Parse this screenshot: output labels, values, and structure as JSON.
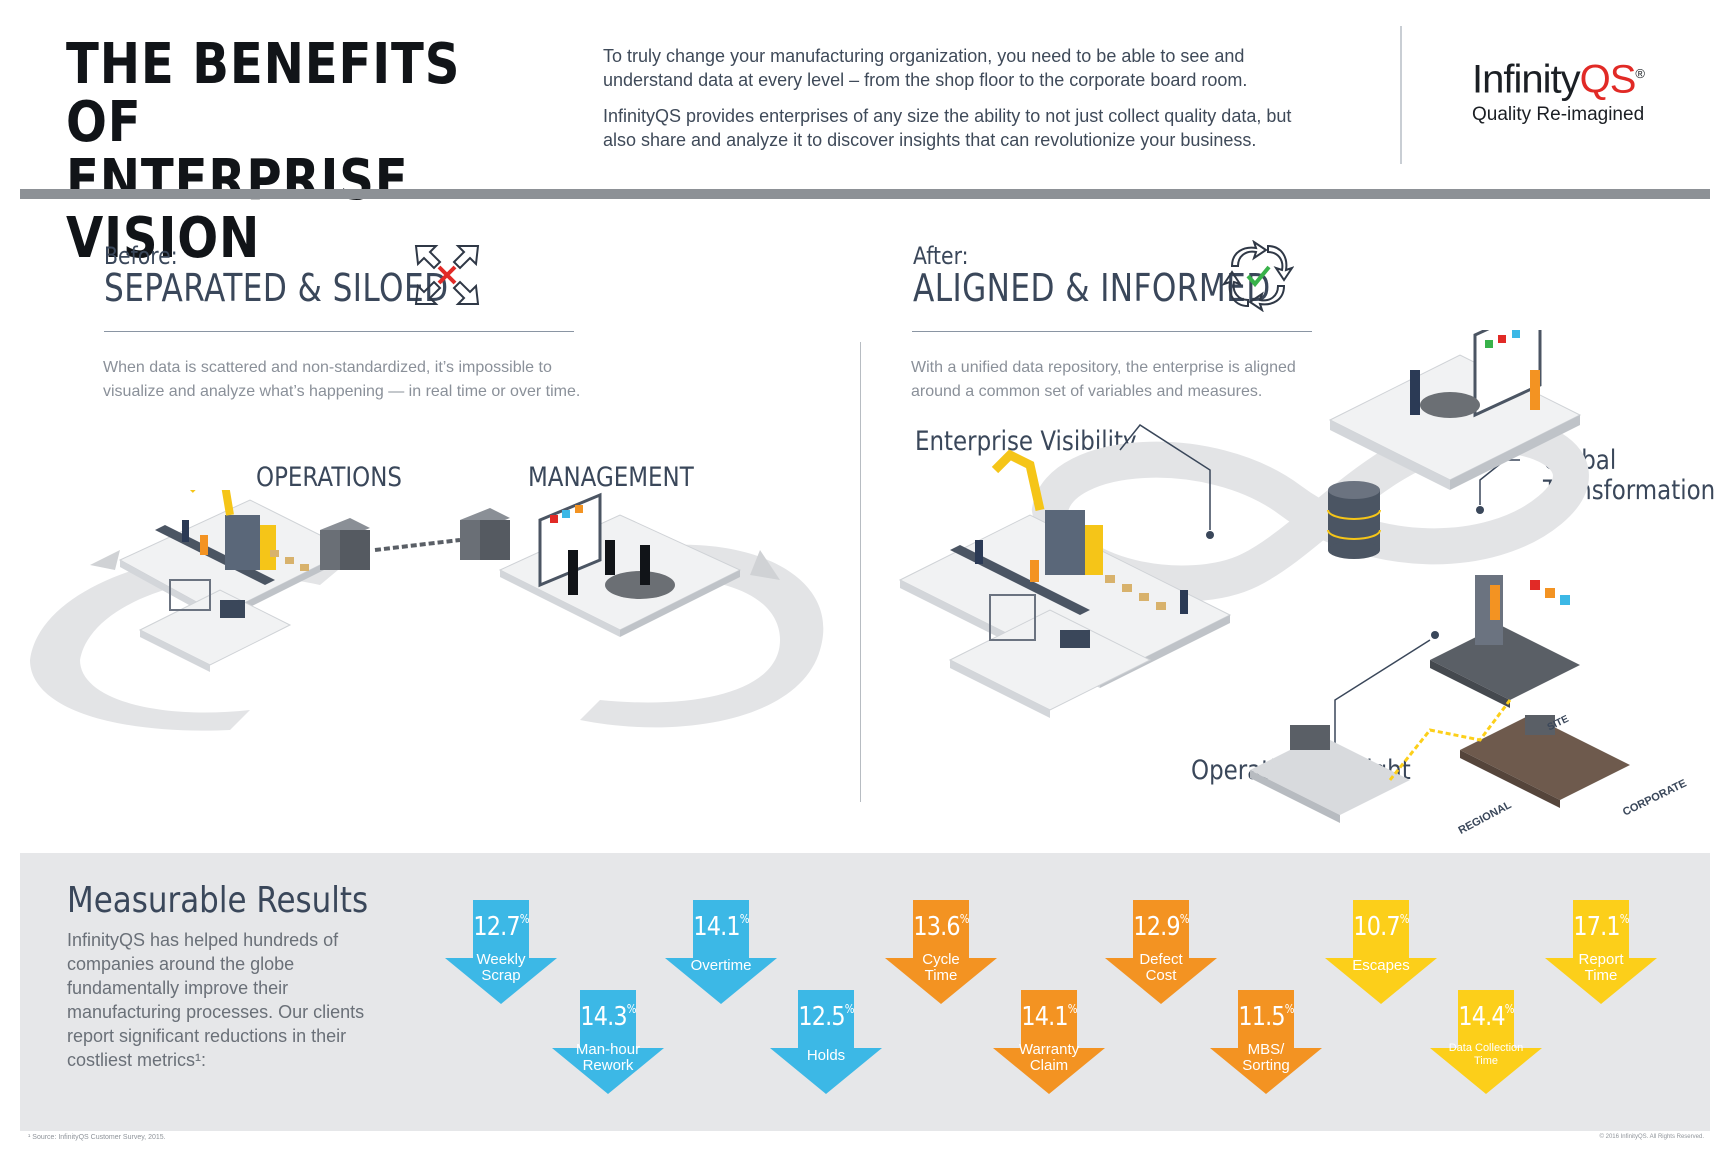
{
  "header": {
    "title_line1": "THE BENEFITS OF",
    "title_line2": "ENTERPRISE VISION",
    "intro_p1": "To truly change your manufacturing organization, you need to be able to see and understand data at every level – from the shop floor to the corporate board room.",
    "intro_p2": "InfinityQS provides enterprises of any size the ability to not just collect quality data, but also share and analyze it to discover insights that can revolutionize your business."
  },
  "logo": {
    "brand_prefix": "Infinity",
    "brand_suffix": "QS",
    "registered": "®",
    "tagline": "Quality Re-imagined"
  },
  "before": {
    "label": "Before:",
    "title": "SEPARATED & SILOED",
    "description": "When data is scattered and non-standardized, it’s impossible to visualize and analyze what’s happening — in real time or over time.",
    "callout_operations": "OPERATIONS",
    "callout_management": "MANAGEMENT"
  },
  "after": {
    "label": "After:",
    "title": "ALIGNED & INFORMED",
    "description": "With a unified data repository, the enterprise is aligned around a common set of variables and measures.",
    "callout_visibility": "Enterprise Visibility",
    "callout_global_1": "Global",
    "callout_global_2": "Transformation",
    "callout_insight": "Operational Insight",
    "tag_site": "SITE",
    "tag_regional": "REGIONAL",
    "tag_corporate": "CORPORATE"
  },
  "results": {
    "title": "Measurable Results",
    "body": "InfinityQS has helped hundreds of companies around the globe fundamentally improve their manufacturing processes. Our clients report significant reductions in their costliest metrics¹:",
    "metrics": [
      {
        "value": "12.7",
        "unit": "%",
        "label_1": "Weekly",
        "label_2": "Scrap",
        "color": "#3cb8e6"
      },
      {
        "value": "14.3",
        "unit": "%",
        "label_1": "Man-hour",
        "label_2": "Rework",
        "color": "#3cb8e6"
      },
      {
        "value": "14.1",
        "unit": "%",
        "label_1": "Overtime",
        "label_2": "",
        "color": "#3cb8e6"
      },
      {
        "value": "12.5",
        "unit": "%",
        "label_1": "Holds",
        "label_2": "",
        "color": "#3cb8e6"
      },
      {
        "value": "13.6",
        "unit": "%",
        "label_1": "Cycle",
        "label_2": "Time",
        "color": "#f39322"
      },
      {
        "value": "14.1",
        "unit": "%",
        "label_1": "Warranty",
        "label_2": "Claim",
        "color": "#f39322"
      },
      {
        "value": "12.9",
        "unit": "%",
        "label_1": "Defect",
        "label_2": "Cost",
        "color": "#f39322"
      },
      {
        "value": "11.5",
        "unit": "%",
        "label_1": "MBS/",
        "label_2": "Sorting",
        "color": "#f39322"
      },
      {
        "value": "10.7",
        "unit": "%",
        "label_1": "Escapes",
        "label_2": "",
        "color": "#fccf1a"
      },
      {
        "value": "14.4",
        "unit": "%",
        "label_1": "Data Collection",
        "label_2": "Time",
        "color": "#fccf1a"
      },
      {
        "value": "17.1",
        "unit": "%",
        "label_1": "Report",
        "label_2": "Time",
        "color": "#fccf1a"
      }
    ]
  },
  "footer": {
    "footnote": "¹ Source: InfinityQS Customer Survey, 2015.",
    "copyright": "© 2016 InfinityQS. All Rights Reserved."
  },
  "colors": {
    "blue": "#3cb8e6",
    "orange": "#f39322",
    "yellow": "#fccf1a",
    "red": "#e12a26",
    "green": "#38b24a",
    "heading": "#3a475a"
  }
}
